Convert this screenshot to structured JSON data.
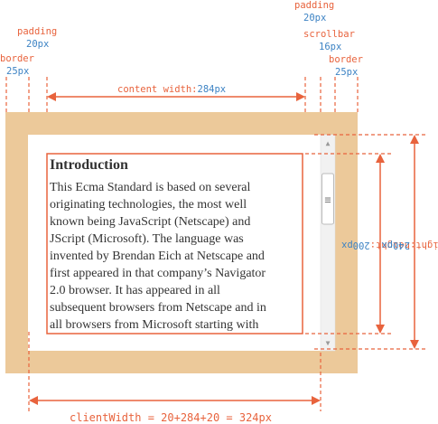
{
  "labels": {
    "padding_left": {
      "name": "padding",
      "value": "20px"
    },
    "border_left": {
      "name": "border",
      "value": "25px"
    },
    "content_width": {
      "name": "content width:",
      "value": "284px"
    },
    "padding_right": {
      "name": "padding",
      "value": "20px"
    },
    "scrollbar": {
      "name": "scrollbar",
      "value": "16px"
    },
    "border_right": {
      "name": "border",
      "value": "25px"
    },
    "client_width": "clientWidth = 20+284+20 = 324px",
    "height_inner": {
      "name": "height:",
      "value": "200px"
    },
    "height_outer": {
      "name": "ight:",
      "value": "240px"
    }
  },
  "document": {
    "heading": "Introduction",
    "lines": [
      "This Ecma Standard is based on several",
      "originating technologies, the most well",
      "known being JavaScript (Netscape) and",
      "JScript (Microsoft). The language was",
      "invented by Brendan Eich at Netscape and",
      "first appeared in that company’s Navigator",
      "2.0 browser. It has appeared in all",
      "subsequent browsers from Netscape and in",
      "all browsers from Microsoft starting with"
    ]
  },
  "scrollbar": {
    "up": "▲",
    "down": "▼",
    "thumb_grip": "≡"
  },
  "colors": {
    "border_fill": "#ecc99a",
    "accent": "#e8633d",
    "value": "#3d83c4",
    "scrollbar_track": "#f1f1f1",
    "scrollbar_thumb": "#ffffff",
    "text": "#333333"
  }
}
